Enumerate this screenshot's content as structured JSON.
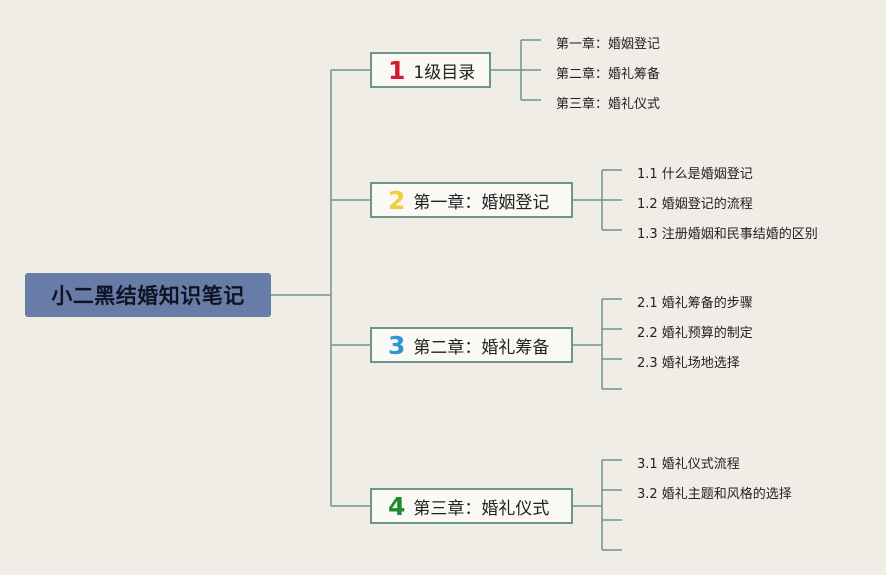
{
  "root": {
    "label": "小二黑结婚知识笔记"
  },
  "colors": {
    "connector": "#6e9686",
    "root_bg": "#687ca8",
    "number_1": "#d8192c",
    "number_2": "#f2cf3a",
    "number_3": "#2a97d4",
    "number_4": "#1f8a2e"
  },
  "branches": [
    {
      "number": "1",
      "label": "1级目录",
      "children": [
        "第一章：婚姻登记",
        "第二章：婚礼筹备",
        "第三章：婚礼仪式"
      ]
    },
    {
      "number": "2",
      "label": "第一章：婚姻登记",
      "children": [
        "1.1 什么是婚姻登记",
        "1.2 婚姻登记的流程",
        "1.3 注册婚姻和民事结婚的区别"
      ]
    },
    {
      "number": "3",
      "label": "第二章：婚礼筹备",
      "children": [
        "2.1 婚礼筹备的步骤",
        "2.2 婚礼预算的制定",
        "2.3 婚礼场地选择",
        ""
      ]
    },
    {
      "number": "4",
      "label": "第三章：婚礼仪式",
      "children": [
        "3.1 婚礼仪式流程",
        "3.2 婚礼主题和风格的选择",
        "",
        ""
      ]
    }
  ]
}
